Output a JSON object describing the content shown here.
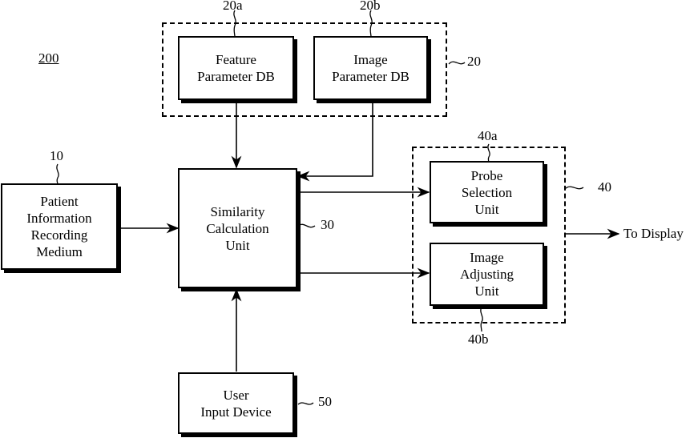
{
  "figure": {
    "label": "200"
  },
  "groups": {
    "database": {
      "ref": "20"
    },
    "output": {
      "ref": "40"
    }
  },
  "blocks": {
    "feature_db": {
      "ref": "20a",
      "lines": [
        "Feature",
        "Parameter DB"
      ]
    },
    "image_db": {
      "ref": "20b",
      "lines": [
        "Image",
        "Parameter DB"
      ]
    },
    "patient": {
      "ref": "10",
      "lines": [
        "Patient",
        "Information",
        "Recording",
        "Medium"
      ]
    },
    "similarity": {
      "ref": "30",
      "lines": [
        "Similarity",
        "Calculation",
        "Unit"
      ]
    },
    "probe": {
      "ref": "40a",
      "lines": [
        "Probe",
        "Selection",
        "Unit"
      ]
    },
    "image_adjust": {
      "ref": "40b",
      "lines": [
        "Image",
        "Adjusting",
        "Unit"
      ]
    },
    "user_input": {
      "ref": "50",
      "lines": [
        "User",
        "Input Device"
      ]
    }
  },
  "output_label": "To Display"
}
